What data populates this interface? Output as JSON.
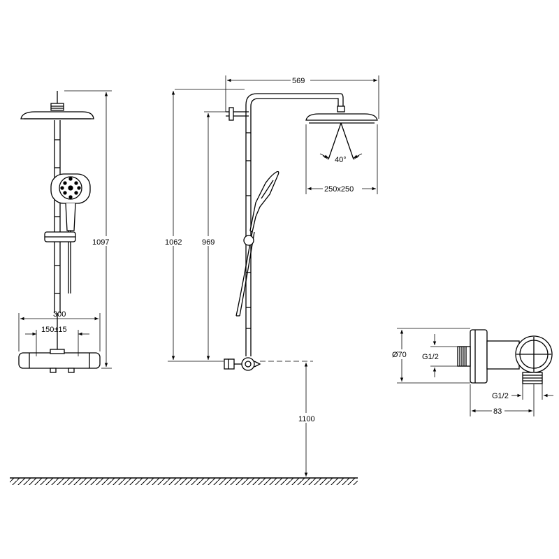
{
  "dimensions": {
    "total_height_front": "1097",
    "bar_width": "300",
    "inlet_spacing": "150±15",
    "arm_reach": "569",
    "height_to_head": "1062",
    "height_to_arm": "969",
    "spray_angle": "40°",
    "head_size": "250x250",
    "mount_height": "1100",
    "escutcheon_diameter": "Ø70",
    "thread_side": "G1/2",
    "thread_bottom": "G1/2",
    "connector_depth": "83"
  },
  "colors": {
    "line": "#000000",
    "background": "#ffffff"
  }
}
